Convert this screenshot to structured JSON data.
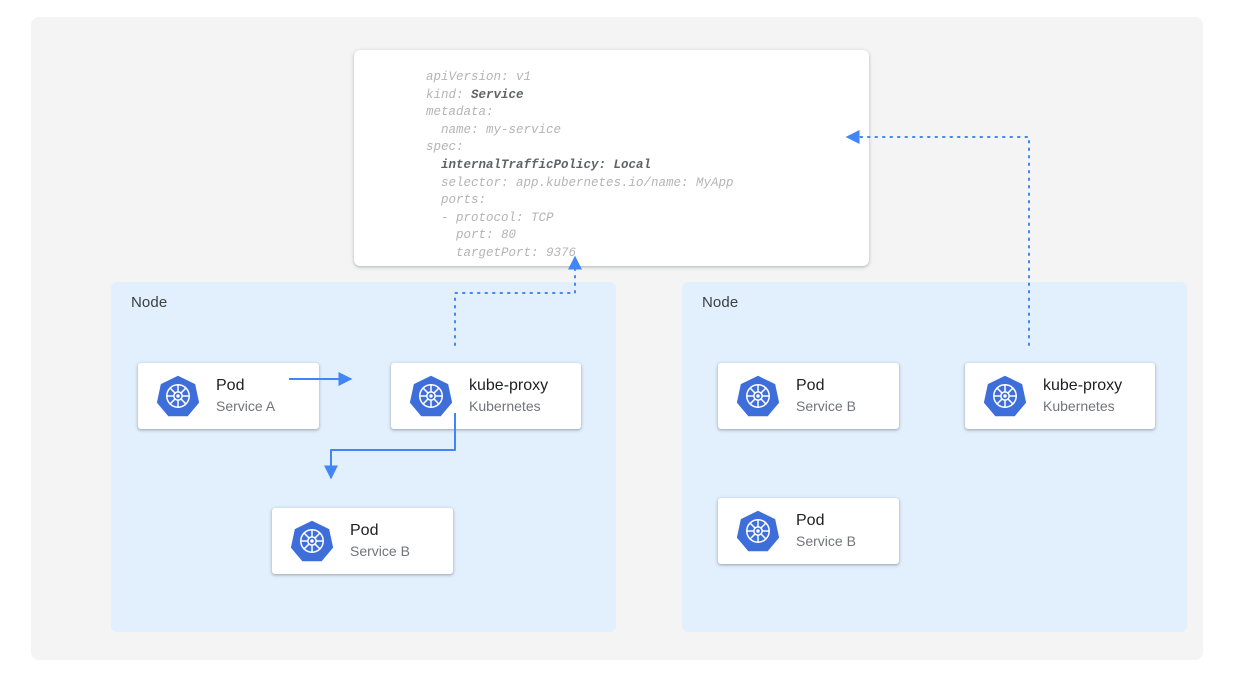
{
  "canvas": {
    "background_color": "#f4f4f4",
    "node_background_color": "#e2effc",
    "accent_color": "#4285f4",
    "k8s_logo_color": "#3d6ed9"
  },
  "yaml_card": {
    "name": "service-spec",
    "lines": [
      {
        "text": "apiVersion: v1"
      },
      {
        "text": "kind: ",
        "bold": "Service"
      },
      {
        "text": "metadata:"
      },
      {
        "text": "  name: my-service"
      },
      {
        "text": "spec:"
      },
      {
        "text": "  ",
        "bold": "internalTrafficPolicy: Local"
      },
      {
        "text": "  selector: app.kubernetes.io/name: MyApp"
      },
      {
        "text": "  ports:"
      },
      {
        "text": "  - protocol: TCP"
      },
      {
        "text": "    port: 80"
      },
      {
        "text": "    targetPort: 9376"
      }
    ],
    "plain_text": "apiVersion: v1\nkind: Service\nmetadata:\n  name: my-service\nspec:\n  internalTrafficPolicy: Local\n  selector: app.kubernetes.io/name: MyApp\n  ports:\n  - protocol: TCP\n    port: 80\n    targetPort: 9376"
  },
  "nodes": [
    {
      "id": "node-left",
      "label": "Node",
      "cards": [
        {
          "id": "card-pod-a",
          "title": "Pod",
          "subtitle": "Service A",
          "icon": "kubernetes-icon"
        },
        {
          "id": "card-kubeproxy-l",
          "title": "kube-proxy",
          "subtitle": "Kubernetes",
          "icon": "kubernetes-icon"
        },
        {
          "id": "card-pod-b-left",
          "title": "Pod",
          "subtitle": "Service B",
          "icon": "kubernetes-icon"
        }
      ]
    },
    {
      "id": "node-right",
      "label": "Node",
      "cards": [
        {
          "id": "card-pod-b-r1",
          "title": "Pod",
          "subtitle": "Service B",
          "icon": "kubernetes-icon"
        },
        {
          "id": "card-kubeproxy-r",
          "title": "kube-proxy",
          "subtitle": "Kubernetes",
          "icon": "kubernetes-icon"
        },
        {
          "id": "card-pod-b-r2",
          "title": "Pod",
          "subtitle": "Service B",
          "icon": "kubernetes-icon"
        }
      ]
    }
  ],
  "connectors": [
    {
      "name": "pod-a-to-kubeproxy",
      "style": "solid",
      "from": "card-pod-a",
      "to": "card-kubeproxy-l",
      "arrowhead": "right"
    },
    {
      "name": "kubeproxy-to-pod-b",
      "style": "solid",
      "from": "card-kubeproxy-l",
      "to": "card-pod-b-left",
      "arrowhead": "down"
    },
    {
      "name": "kubeproxy-left-to-spec",
      "style": "dotted",
      "from": "card-kubeproxy-l",
      "to": "yaml-card",
      "arrowhead": "up"
    },
    {
      "name": "kubeproxy-right-to-spec",
      "style": "dotted",
      "from": "card-kubeproxy-r",
      "to": "yaml-card",
      "arrowhead": "left"
    }
  ]
}
